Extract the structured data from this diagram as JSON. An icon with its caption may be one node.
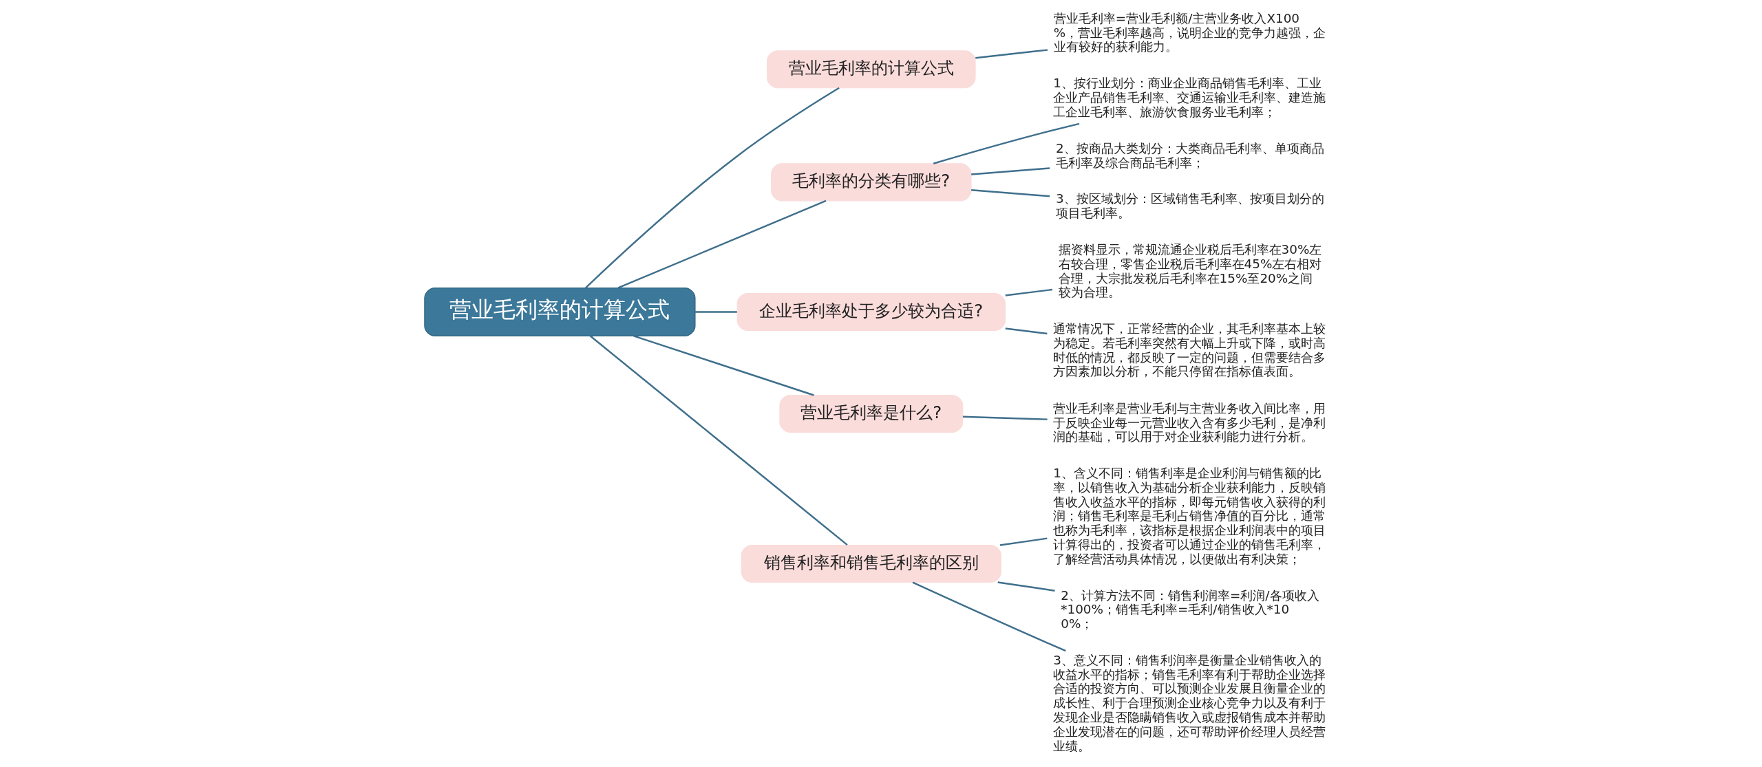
{
  "diagram": {
    "nodes": [
      {
        "text": [
          "营业毛利率的计算公式"
        ]
      },
      {
        "text": [
          "营业毛利率的计算公式"
        ]
      },
      {
        "text": [
          "营业毛利率=营业毛利额/主营业务收入X100%，营业毛利率越高，说明企业的竞争力越强，企业有较好的获利能力。"
        ]
      },
      {
        "text": [
          "毛利率的分类有哪些?"
        ]
      },
      {
        "text": [
          "1、按行业划分：商业企业商品销售毛利率、工业企业产品销售毛利率、交通运输业毛利率、建造施工企业毛利率、旅游饮食服务业毛利率；"
        ]
      },
      {
        "text": [
          "2、按商品大类划分：大类商品毛利率、单项商品毛利率及综合商品毛利率；"
        ]
      },
      {
        "text": [
          "3、按区域划分：区域销售毛利率、按项目划分的项目毛利率。"
        ]
      },
      {
        "text": [
          "企业毛利率处于多少较为合适?"
        ]
      },
      {
        "text": [
          "据资料显示，常规流通企业税后毛利率在30%左右较合理，零售企业税后毛利率在45%左右相对合理，大宗批发税后毛利率在15%至20%之间较为合理。"
        ]
      },
      {
        "text": [
          "通常情况下，正常经营的企业，其毛利率基本上较为稳定。若毛利率突然有大幅上升或下降，或时高时低的情况，都反映了一定的问题，但需要结合多方因素加以分析，不能只停留在指标值表面。"
        ]
      },
      {
        "text": [
          "营业毛利率是什么?"
        ]
      },
      {
        "text": [
          "营业毛利率是营业毛利与主营业务收入间比率，用于反映企业每一元营业收入含有多少毛利，是净利润的基础，可以用于对企业获利能力进行分析。"
        ]
      },
      {
        "text": [
          "销售利率和销售毛利率的区别"
        ]
      },
      {
        "text": [
          "1、含义不同：销售利率是企业利润与销售额的比率，以销售收入为基础分析企业获利能力，反映销售收入收益水平的指标，即每元销售收入获得的利润；销售毛利率是毛利占销售净值的百分比，通常也称为毛利率，该指标是根据企业利润表中的项目计算得出的，投资者可以通过企业的销售毛利率，了解经营活动具体情况，以便做出有利决策；"
        ]
      },
      {
        "text": [
          "2、计算方法不同：销售利润率=利润/各项收入*100%；销售毛利率=毛利/销售收入*100%；"
        ]
      },
      {
        "text": [
          "3、意义不同：销售利润率是衡量企业销售收入的收益水平的指标；销售毛利率有利于帮助企业选择合适的投资方向、可以预测企业发展且衡量企业的成长性、利于合理预测企业核心竞争力以及有利于发现企业是否隐瞒销售收入或虚报销售成本并帮助企业发现潜在的问题，还可帮助评价经理人员经营业绩。"
        ]
      }
    ],
    "edges": [
      {
        "from": 0,
        "to": 1,
        "arrow": "none"
      },
      {
        "from": 1,
        "to": 2,
        "arrow": "none"
      },
      {
        "from": 0,
        "to": 3,
        "arrow": "none"
      },
      {
        "from": 3,
        "to": 4,
        "arrow": "none"
      },
      {
        "from": 3,
        "to": 5,
        "arrow": "none"
      },
      {
        "from": 3,
        "to": 6,
        "arrow": "none"
      },
      {
        "from": 0,
        "to": 7,
        "arrow": "none"
      },
      {
        "from": 7,
        "to": 8,
        "arrow": "none"
      },
      {
        "from": 7,
        "to": 9,
        "arrow": "none"
      },
      {
        "from": 0,
        "to": 10,
        "arrow": "none"
      },
      {
        "from": 10,
        "to": 11,
        "arrow": "none"
      },
      {
        "from": 0,
        "to": 12,
        "arrow": "none"
      },
      {
        "from": 12,
        "to": 13,
        "arrow": "none"
      },
      {
        "from": 12,
        "to": 14,
        "arrow": "none"
      },
      {
        "from": 12,
        "to": 15,
        "arrow": "none"
      }
    ]
  }
}
